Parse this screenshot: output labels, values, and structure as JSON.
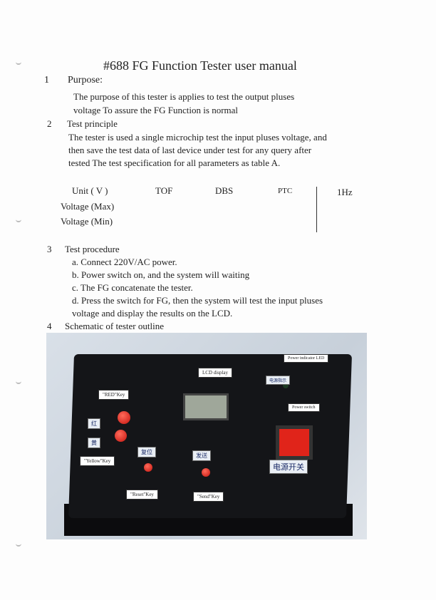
{
  "title": "#688 FG Function Tester user manual",
  "sections": [
    {
      "num": "1",
      "heading": "Purpose:",
      "lines": [
        "The purpose of this tester is applies to test the output pluses",
        "voltage   To assure the FG Function is normal"
      ]
    },
    {
      "num": "2",
      "heading": "Test principle",
      "lines": [
        "The tester is used a single microchip test the input pluses voltage, and",
        "then save the test data of last device under test for any query after",
        "tested     The test specification for all parameters as table A."
      ]
    },
    {
      "num": "3",
      "heading": "Test procedure",
      "lines": [
        "a. Connect 220V/AC  power.",
        "b. Power switch on, and the system will waiting",
        "c. The FG concatenate the tester.",
        "d. Press the switch for FG, then the system will test the input pluses",
        "voltage and display the results on the LCD."
      ]
    },
    {
      "num": "4",
      "heading": "Schematic of tester outline"
    }
  ],
  "table": {
    "headers": [
      "Unit ( V )",
      "TOF",
      "DBS",
      "PTC",
      "1Hz"
    ],
    "rows": [
      "Voltage (Max)",
      "Voltage (Min)"
    ]
  },
  "photo": {
    "callouts": {
      "red_key": "\"RED\"Key",
      "yellow_key": "\"Yellow\"Key",
      "reset_key": "\"Reset\"Key",
      "send_key": "\"Send\"Key",
      "lcd": "LCD display",
      "power_led": "Power indicator LED",
      "power_switch": "Power switch"
    },
    "panel_labels": {
      "red": "红",
      "yellow": "黄",
      "reset": "复位",
      "send": "发送",
      "power_switch": "电源开关",
      "power_led": "电源指示"
    }
  }
}
